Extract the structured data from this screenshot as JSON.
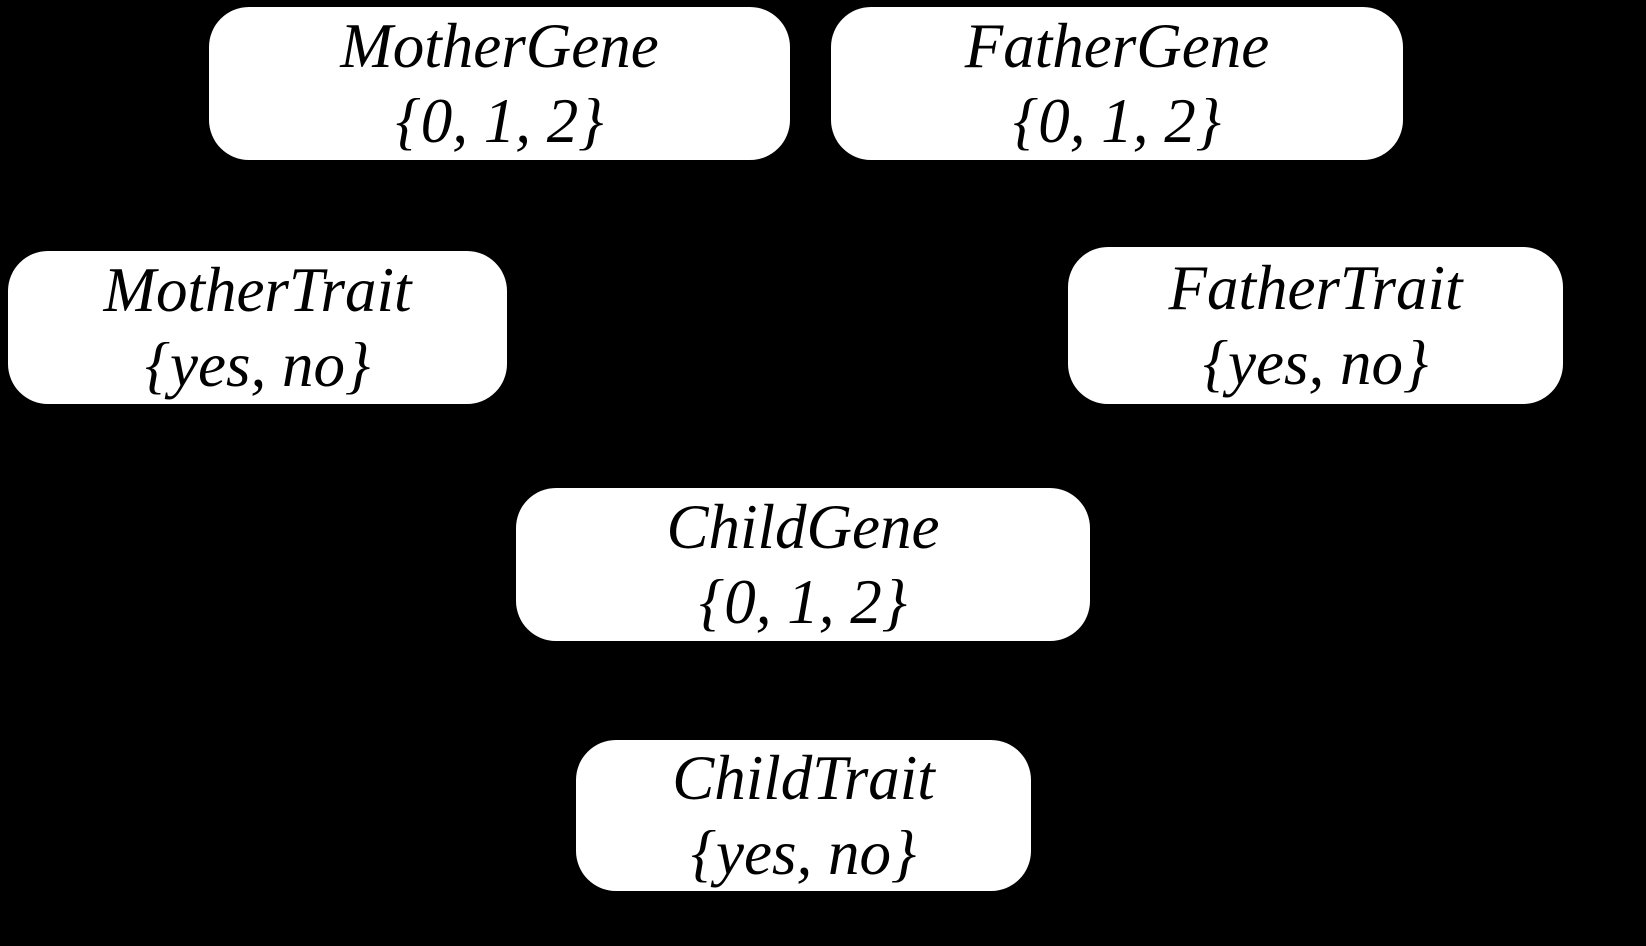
{
  "diagram": {
    "type": "bayesian-network",
    "colors": {
      "background": "#000000",
      "node_fill": "#ffffff",
      "node_text": "#000000"
    },
    "nodes": [
      {
        "id": "mother-gene",
        "label": "MotherGene",
        "domain": "{0, 1, 2}"
      },
      {
        "id": "father-gene",
        "label": "FatherGene",
        "domain": "{0, 1, 2}"
      },
      {
        "id": "mother-trait",
        "label": "MotherTrait",
        "domain": "{yes, no}"
      },
      {
        "id": "father-trait",
        "label": "FatherTrait",
        "domain": "{yes, no}"
      },
      {
        "id": "child-gene",
        "label": "ChildGene",
        "domain": "{0, 1, 2}"
      },
      {
        "id": "child-trait",
        "label": "ChildTrait",
        "domain": "{yes, no}"
      }
    ]
  }
}
